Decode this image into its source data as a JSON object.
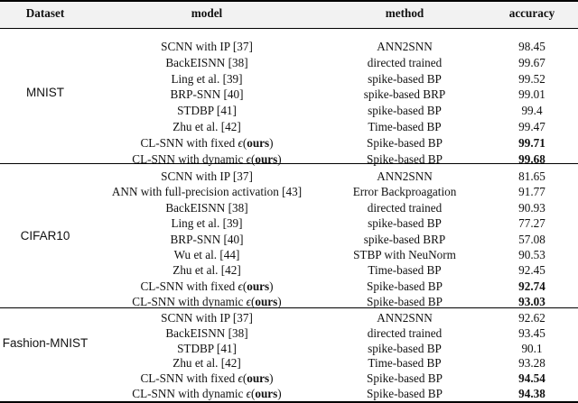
{
  "headers": {
    "dataset": "Dataset",
    "model": "model",
    "method": "method",
    "accuracy": "accuracy"
  },
  "groups": [
    {
      "dataset": "MNIST",
      "rows": [
        {
          "model": "SCNN with IP [37]",
          "method": "ANN2SNN",
          "accuracy": "98.45"
        },
        {
          "model": "BackEISNN [38]",
          "method": "directed trained",
          "accuracy": "99.67"
        },
        {
          "model": "Ling et al. [39]",
          "method": "spike-based BP",
          "accuracy": "99.52"
        },
        {
          "model": "BRP-SNN [40]",
          "method": "spike-based BRP",
          "accuracy": "99.01"
        },
        {
          "model": "STDBP [41]",
          "method": "spike-based BP",
          "accuracy": "99.4"
        },
        {
          "model": "Zhu et al. [42]",
          "method": "Time-based BP",
          "accuracy": "99.47"
        },
        {
          "model_prefix": "CL-SNN with fixed ",
          "model_symbol": "ϵ",
          "model_open": "(",
          "model_bold": "ours",
          "model_close": ")",
          "method": "Spike-based BP",
          "accuracy": "99.71",
          "best": true
        },
        {
          "model_prefix": "CL-SNN with dynamic ",
          "model_symbol": "ϵ",
          "model_open": "(",
          "model_bold": "ours",
          "model_close": ")",
          "method": "Spike-based BP",
          "accuracy": "99.68",
          "best": true
        }
      ]
    },
    {
      "dataset": "CIFAR10",
      "rows": [
        {
          "model": "SCNN with IP [37]",
          "method": "ANN2SNN",
          "accuracy": "81.65"
        },
        {
          "model": "ANN with full-precision activation [43]",
          "method": "Error Backproagation",
          "accuracy": "91.77"
        },
        {
          "model": "BackEISNN [38]",
          "method": "directed trained",
          "accuracy": "90.93"
        },
        {
          "model": "Ling et al. [39]",
          "method": "spike-based BP",
          "accuracy": "77.27"
        },
        {
          "model": "BRP-SNN [40]",
          "method": "spike-based BRP",
          "accuracy": "57.08"
        },
        {
          "model": "Wu et al. [44]",
          "method": "STBP with NeuNorm",
          "accuracy": "90.53"
        },
        {
          "model": "Zhu et al. [42]",
          "method": "Time-based BP",
          "accuracy": "92.45"
        },
        {
          "model_prefix": "CL-SNN with fixed ",
          "model_symbol": "ϵ",
          "model_open": "(",
          "model_bold": "ours",
          "model_close": ")",
          "method": "Spike-based BP",
          "accuracy": "92.74",
          "best": true
        },
        {
          "model_prefix": "CL-SNN with dynamic ",
          "model_symbol": "ϵ",
          "model_open": "(",
          "model_bold": "ours",
          "model_close": ")",
          "method": "Spike-based BP",
          "accuracy": "93.03",
          "best": true
        }
      ]
    },
    {
      "dataset": "Fashion-MNIST",
      "rows": [
        {
          "model": "SCNN with IP [37]",
          "method": "ANN2SNN",
          "accuracy": "92.62"
        },
        {
          "model": "BackEISNN [38]",
          "method": "directed trained",
          "accuracy": "93.45"
        },
        {
          "model": "STDBP [41]",
          "method": "spike-based BP",
          "accuracy": "90.1"
        },
        {
          "model": "Zhu et al. [42]",
          "method": "Time-based BP",
          "accuracy": "93.28"
        },
        {
          "model_prefix": "CL-SNN with fixed ",
          "model_symbol": "ϵ",
          "model_open": "(",
          "model_bold": "ours",
          "model_close": ")",
          "method": "Spike-based BP",
          "accuracy": "94.54",
          "best": true
        },
        {
          "model_prefix": "CL-SNN with dynamic ",
          "model_symbol": "ϵ",
          "model_open": "(",
          "model_bold": "ours",
          "model_close": ")",
          "method": "Spike-based BP",
          "accuracy": "94.38",
          "best": true
        }
      ]
    }
  ]
}
